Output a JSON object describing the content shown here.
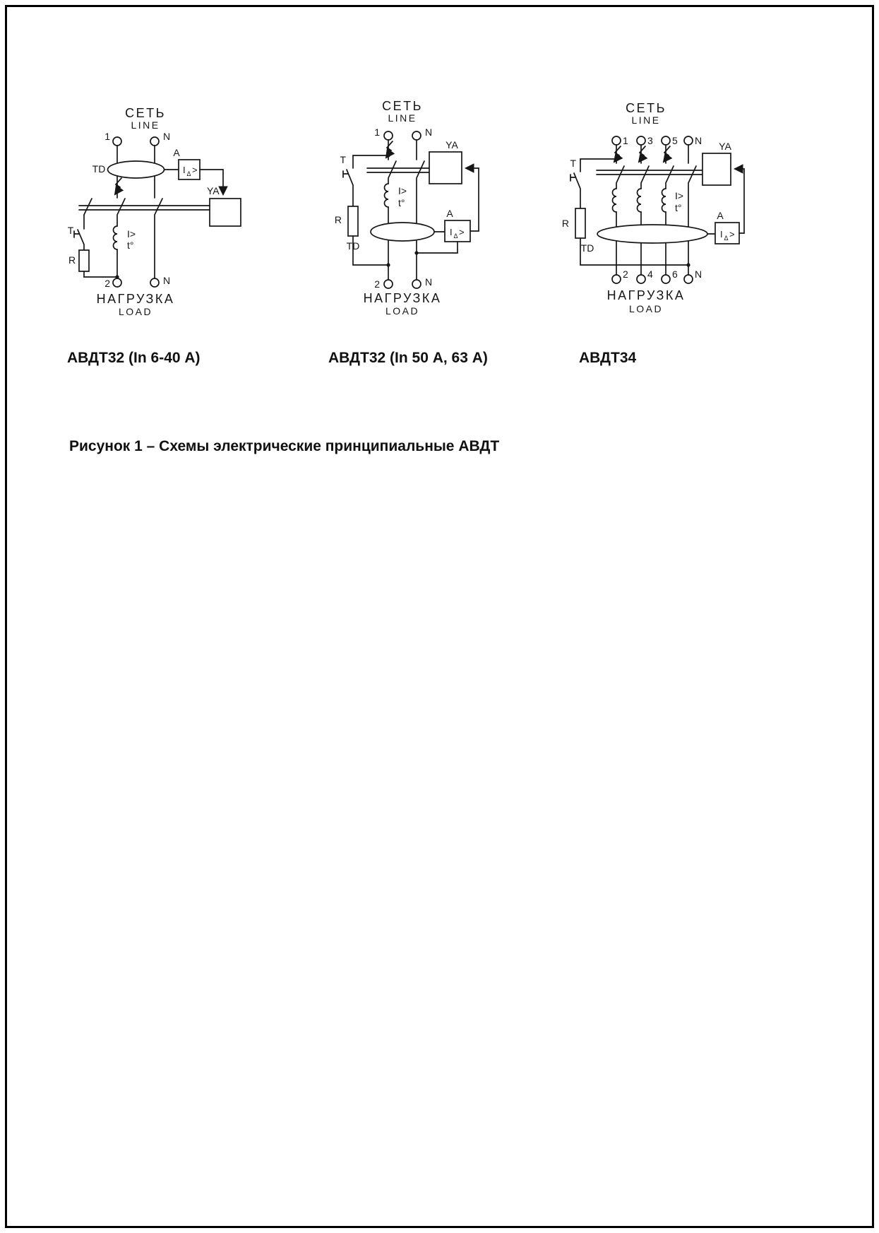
{
  "page": {
    "caption": "Рисунок 1 – Схемы электрические принципиальные АВДТ"
  },
  "diagrams": [
    {
      "title": "АВДТ32 (In 6-40 А)",
      "net": "СЕТЬ",
      "line": "LINE",
      "load_ru": "НАГРУЗКА",
      "load_en": "LOAD",
      "top_terminals": [
        "1",
        "N"
      ],
      "bottom_terminals": [
        "2",
        "N"
      ],
      "labels": {
        "td": "TD",
        "a": "A",
        "ya": "YA",
        "t": "T",
        "r": "R",
        "overcurrent": "I>",
        "thermal": "t°",
        "diff_i": "I",
        "diff_sub": "Δ",
        "diff_gt": ">"
      }
    },
    {
      "title": "АВДТ32 (In 50 А, 63 А)",
      "net": "СЕТЬ",
      "line": "LINE",
      "load_ru": "НАГРУЗКА",
      "load_en": "LOAD",
      "top_terminals": [
        "1",
        "N"
      ],
      "bottom_terminals": [
        "2",
        "N"
      ],
      "labels": {
        "td": "TD",
        "a": "A",
        "ya": "YA",
        "t": "T",
        "r": "R",
        "overcurrent": "I>",
        "thermal": "t°",
        "diff_i": "I",
        "diff_sub": "Δ",
        "diff_gt": ">"
      }
    },
    {
      "title": "АВДТ34",
      "net": "СЕТЬ",
      "line": "LINE",
      "load_ru": "НАГРУЗКА",
      "load_en": "LOAD",
      "top_terminals": [
        "1",
        "3",
        "5",
        "N"
      ],
      "bottom_terminals": [
        "2",
        "4",
        "6",
        "N"
      ],
      "labels": {
        "td": "TD",
        "a": "A",
        "ya": "YA",
        "t": "T",
        "r": "R",
        "overcurrent": "I>",
        "thermal": "t°",
        "diff_i": "I",
        "diff_sub": "Δ",
        "diff_gt": ">"
      }
    }
  ]
}
